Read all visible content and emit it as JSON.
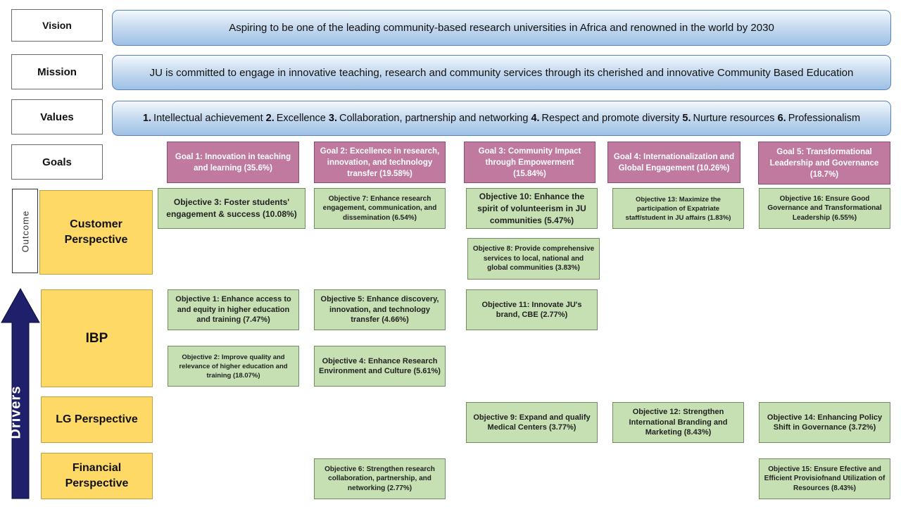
{
  "rows": {
    "vision_label": "Vision",
    "vision_text": "Aspiring to be one of the leading community-based research universities in Africa and renowned in the world by 2030",
    "mission_label": "Mission",
    "mission_text": "JU is committed to engage in innovative teaching, research and community services through its cherished and innovative Community Based Education",
    "values_label": "Values",
    "values": [
      {
        "num": "1.",
        "text": "Intellectual achievement"
      },
      {
        "num": "2.",
        "text": "Excellence"
      },
      {
        "num": "3.",
        "text": "Collaboration, partnership and networking"
      },
      {
        "num": "4.",
        "text": "Respect and promote diversity"
      },
      {
        "num": "5.",
        "text": "Nurture resources"
      },
      {
        "num": "6.",
        "text": "Professionalism"
      }
    ],
    "goals_label": "Goals"
  },
  "goals": [
    {
      "text": "Goal 1: Innovation in teaching and learning (35.6%)"
    },
    {
      "text": "Goal 2: Excellence in research, innovation, and technology transfer (19.58%)"
    },
    {
      "text": "Goal 3: Community Impact through Empowerment (15.84%)"
    },
    {
      "text": "Goal 4: Internationalization and Global Engagement (10.26%)"
    },
    {
      "text": "Goal 5: Transformational Leadership and Governance (18.7%)"
    }
  ],
  "side": {
    "outcome": "Outcome",
    "drivers": "Drivers"
  },
  "perspectives": {
    "customer": "Customer Perspective",
    "ibp": "IBP",
    "lg": "LG Perspective",
    "financial": "Financial Perspective"
  },
  "objectives": {
    "o3": "Objective 3: Foster students' engagement & success (10.08%)",
    "o7": "Objective 7: Enhance research engagement, communication, and dissemination (6.54%)",
    "o10": "Objective 10: Enhance the spirit of volunteerism in JU communities (5.47%)",
    "o13": "Objective 13: Maximize the participation of Expatriate staff/student in JU affairs (1.83%)",
    "o16": "Objective 16: Ensure Good Governance and Transformational Leadership (6.55%)",
    "o8": "Objective 8: Provide comprehensive services to local, national and global communities (3.83%)",
    "o1": "Objective 1: Enhance access to and equity in higher education and training (7.47%)",
    "o5": "Objective 5: Enhance discovery, innovation, and technology transfer (4.66%)",
    "o11": "Objective 11: Innovate JU's brand, CBE (2.77%)",
    "o2": "Objective 2: Improve quality and relevance of higher education and training (18.07%)",
    "o4": "Objective 4: Enhance Research Environment and Culture (5.61%)",
    "o9": "Objective 9: Expand and qualify Medical Centers (3.77%)",
    "o12": "Objective 12: Strengthen International Branding and Marketing (8.43%)",
    "o14": "Objective 14: Enhancing Policy Shift in Governance (3.72%)",
    "o6": "Objective 6: Strengthen research collaboration, partnership, and networking (2.77%)",
    "o15": "Objective 15: Ensure Efective and Efficient Provisiofnand Utilization of Resources (8.43%)"
  },
  "colors": {
    "banner": "#9ec1e6",
    "goal": "#c07aa0",
    "perspective": "#ffd966",
    "objective": "#c6e0b4",
    "arrow": "#1f1f6b"
  }
}
